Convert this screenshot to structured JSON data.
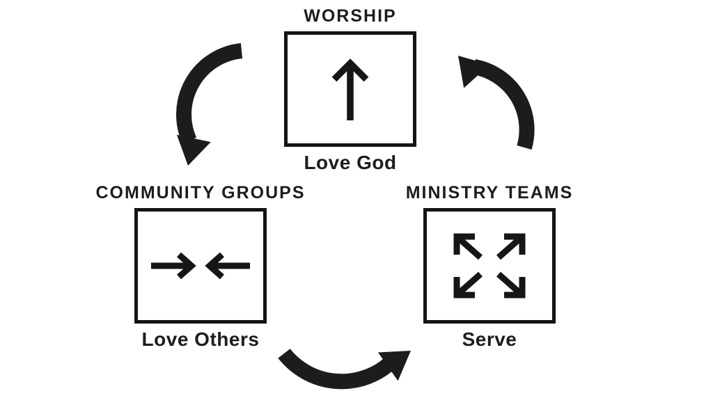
{
  "diagram": {
    "type": "cycle",
    "background": "#ffffff",
    "ink_color": "#1c1c1c",
    "nodes": [
      {
        "id": "worship",
        "title": "WORSHIP",
        "subtitle": "Love God",
        "icon": "arrow-up-icon"
      },
      {
        "id": "community-groups",
        "title": "COMMUNITY GROUPS",
        "subtitle": "Love Others",
        "icon": "arrows-converge-icon"
      },
      {
        "id": "ministry-teams",
        "title": "MINISTRY TEAMS",
        "subtitle": "Serve",
        "icon": "arrows-expand-icon"
      }
    ],
    "connectors": [
      {
        "from": "WORSHIP",
        "to": "COMMUNITY GROUPS",
        "style": "thick-curved-arrow"
      },
      {
        "from": "COMMUNITY GROUPS",
        "to": "MINISTRY TEAMS",
        "style": "thick-curved-arrow"
      },
      {
        "from": "MINISTRY TEAMS",
        "to": "WORSHIP",
        "style": "thick-curved-arrow"
      }
    ]
  }
}
